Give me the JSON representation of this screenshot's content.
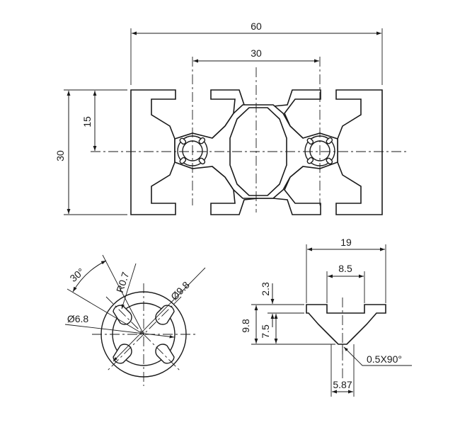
{
  "profile_view": {
    "width_label": "60",
    "slot_spacing_label": "30",
    "height_label": "30",
    "half_height_label": "15"
  },
  "bore_detail": {
    "angle_label": "30°",
    "radius_label": "R0.7",
    "outer_diameter_label": "Ø9.8",
    "inner_diameter_label": "Ø6.8"
  },
  "slot_detail": {
    "slot_width_label": "19",
    "opening_label": "8.5",
    "lip_thickness_label": "2.3",
    "total_depth_label": "9.8",
    "groove_depth_label": "7.5",
    "bottom_width_label": "5.87",
    "chamfer_label": "0.5X90°"
  },
  "colors": {
    "line": "#1a1a1a",
    "background": "#ffffff"
  }
}
